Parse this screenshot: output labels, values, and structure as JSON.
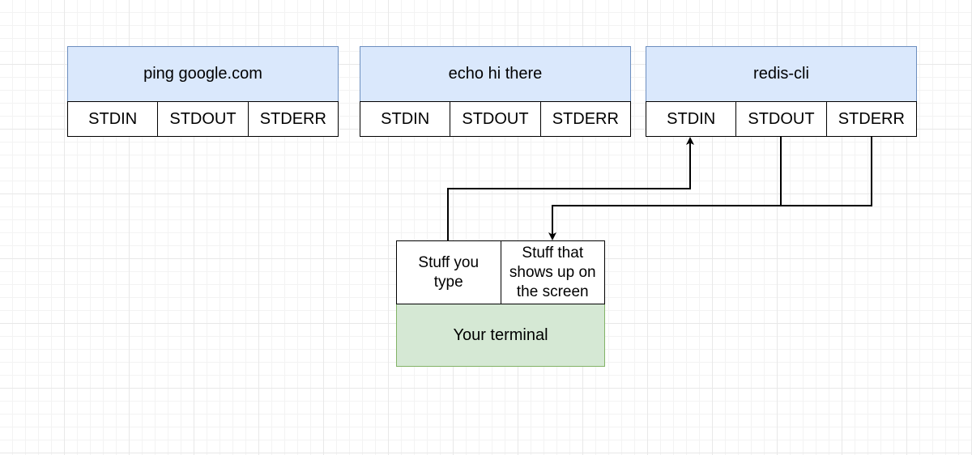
{
  "processes": [
    {
      "name": "ping google.com",
      "streams": [
        "STDIN",
        "STDOUT",
        "STDERR"
      ]
    },
    {
      "name": "echo hi there",
      "streams": [
        "STDIN",
        "STDOUT",
        "STDERR"
      ]
    },
    {
      "name": "redis-cli",
      "streams": [
        "STDIN",
        "STDOUT",
        "STDERR"
      ]
    }
  ],
  "terminal": {
    "input_label": "Stuff you\ntype",
    "output_label": "Stuff that\nshows up on\nthe screen",
    "title": "Your terminal"
  },
  "colors": {
    "process_fill": "#dae8fc",
    "process_stroke": "#6c8ebf",
    "terminal_fill": "#d5e8d4",
    "terminal_stroke": "#82b366",
    "connector": "#000000"
  }
}
